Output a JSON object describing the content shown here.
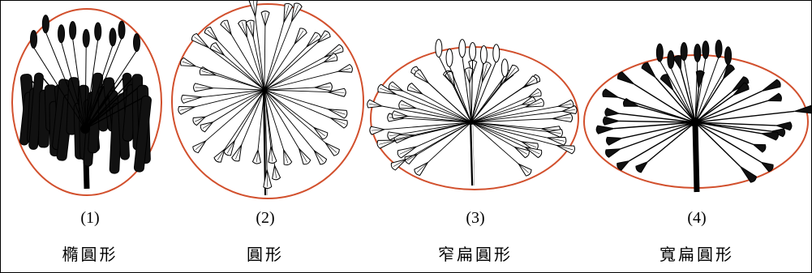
{
  "figure": {
    "accent_color": "#d2502d",
    "panels": [
      {
        "number": "(1)",
        "label": "橢圓形",
        "style": "dark",
        "icon": "agapanthus-drooping-umbel-illustration"
      },
      {
        "number": "(2)",
        "label": "圓形",
        "style": "light",
        "icon": "agapanthus-globular-umbel-illustration"
      },
      {
        "number": "(3)",
        "label": "窄扁圓形",
        "style": "light",
        "icon": "agapanthus-narrow-flat-umbel-illustration"
      },
      {
        "number": "(4)",
        "label": "寬扁圓形",
        "style": "dark",
        "icon": "agapanthus-wide-flat-umbel-illustration"
      }
    ]
  }
}
